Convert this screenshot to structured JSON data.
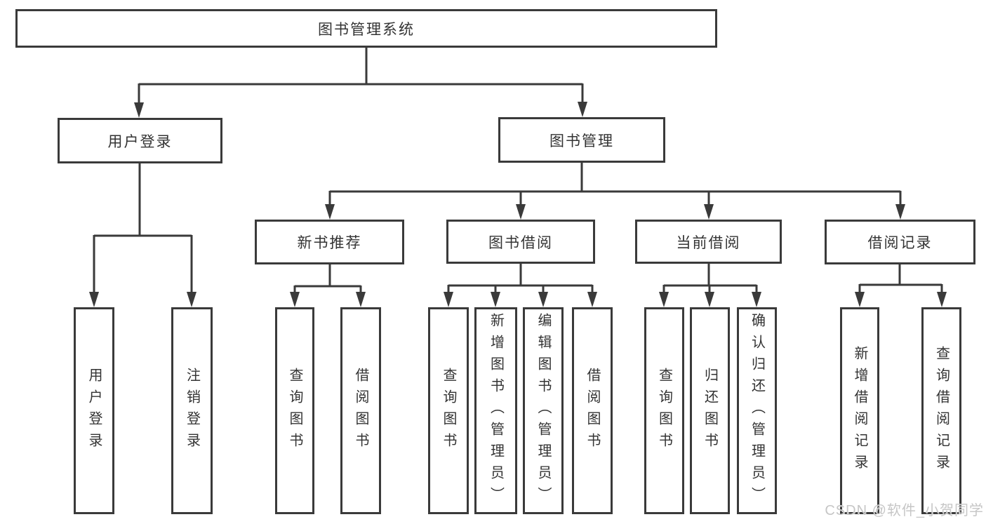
{
  "diagram": {
    "root": {
      "label": "图书管理系统"
    },
    "level2": [
      {
        "label": "用户登录",
        "children": [
          {
            "label": "用户登录"
          },
          {
            "label": "注销登录"
          }
        ]
      },
      {
        "label": "图书管理",
        "children": [
          {
            "label": "新书推荐",
            "children": [
              {
                "label": "查询图书"
              },
              {
                "label": "借阅图书"
              }
            ]
          },
          {
            "label": "图书借阅",
            "children": [
              {
                "label": "查询图书"
              },
              {
                "label": "新增图书（管理员）"
              },
              {
                "label": "编辑图书（管理员）"
              },
              {
                "label": "借阅图书"
              }
            ]
          },
          {
            "label": "当前借阅",
            "children": [
              {
                "label": "查询图书"
              },
              {
                "label": "归还图书"
              },
              {
                "label": "确认归还（管理员）"
              }
            ]
          },
          {
            "label": "借阅记录",
            "children": [
              {
                "label": "新增借阅记录"
              },
              {
                "label": "查询借阅记录"
              }
            ]
          }
        ]
      }
    ]
  },
  "watermark": {
    "text": "CSDN @软件_小贺同学"
  },
  "colors": {
    "line": "#3a3a3a",
    "text": "#333333",
    "background": "#ffffff",
    "watermark": "#c6c6c6"
  }
}
